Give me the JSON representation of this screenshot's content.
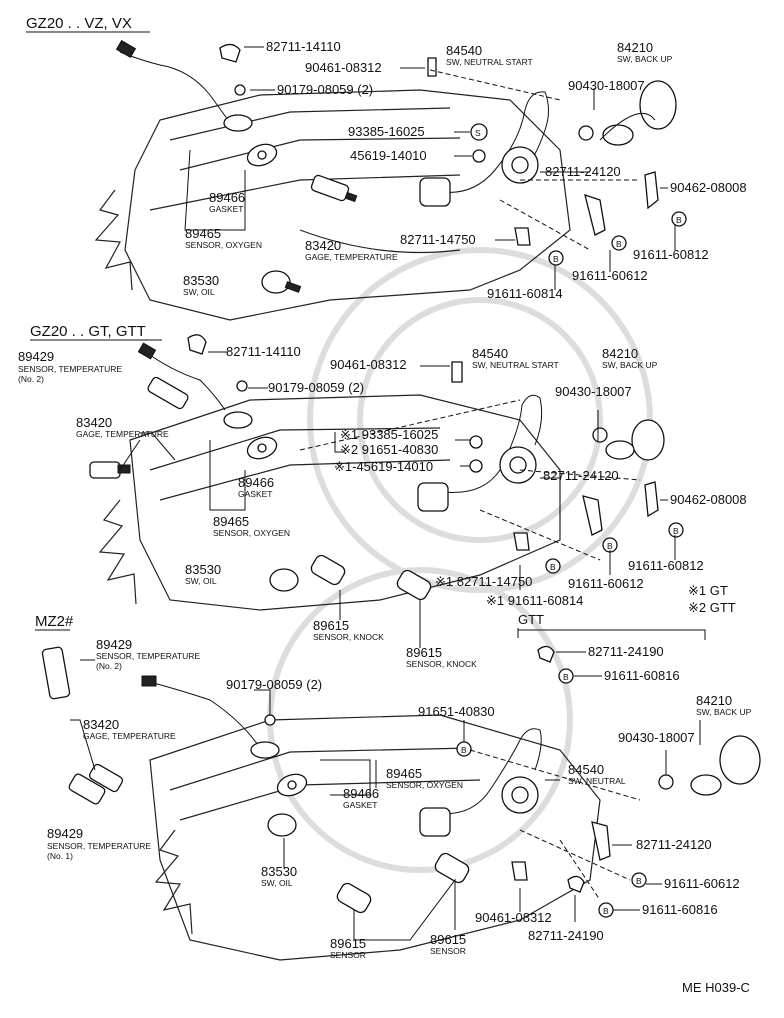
{
  "sections": {
    "s1": "GZ20 . . VZ, VX",
    "s2": "GZ20 . . GT, GTT",
    "s3": "MZ2#",
    "gtt": "GTT"
  },
  "notes": {
    "n1": "※1 GT",
    "n2": "※2 GTT"
  },
  "footer": "ME H039-C",
  "icon_circle_s": "S",
  "icon_circle_b": "B",
  "labels": {
    "a1": "82711-14110",
    "a2": "90461-08312",
    "a3": "84540",
    "a3c": "SW, NEUTRAL START",
    "a4": "84210",
    "a4c": "SW, BACK UP",
    "a5": "90179-08059 (2)",
    "a6": "90430-18007",
    "a7": "93385-16025",
    "a8": "45619-14010",
    "a9": "82711-24120",
    "a10": "89466",
    "a10c": "GASKET",
    "a11": "90462-08008",
    "a12": "89465",
    "a12c": "SENSOR, OXYGEN",
    "a13": "83420",
    "a13c": "GAGE, TEMPERATURE",
    "a14": "82711-14750",
    "a15": "91611-60812",
    "a16": "91611-60612",
    "a17": "83530",
    "a17c": "SW, OIL",
    "a18": "91611-60814",
    "b1": "82711-14110",
    "b2": "90461-08312",
    "b3": "84540",
    "b3c": "SW, NEUTRAL START",
    "b4": "84210",
    "b4c": "SW, BACK UP",
    "b5": "89429",
    "b5c": "SENSOR, TEMPERATURE",
    "b5d": "(No. 2)",
    "b6": "90179-08059 (2)",
    "b7": "90430-18007",
    "b8": "83420",
    "b8c": "GAGE, TEMPERATURE",
    "b9": "※1 93385-16025",
    "b10": "※2 91651-40830",
    "b11": "※1-45619-14010",
    "b12": "82711-24120",
    "b13": "89466",
    "b13c": "GASKET",
    "b14": "90462-08008",
    "b15": "89465",
    "b15c": "SENSOR, OXYGEN",
    "b16": "83530",
    "b16c": "SW, OIL",
    "b17": "91611-60812",
    "b18": "※1 82711-14750",
    "b19": "91611-60612",
    "b20": "※1 91611-60814",
    "b21": "89615",
    "b21c": "SENSOR, KNOCK",
    "b22": "89615",
    "b22c": "SENSOR, KNOCK",
    "c1": "89429",
    "c1c": "SENSOR, TEMPERATURE",
    "c1d": "(No. 2)",
    "c2": "82711-24190",
    "c3": "91611-60816",
    "c4": "83420",
    "c4c": "GAGE, TEMPERATURE",
    "c5": "90179-08059 (2)",
    "c6": "84210",
    "c6c": "SW, BACK UP",
    "c7": "91651-40830",
    "c8": "90430-18007",
    "c9": "89465",
    "c9c": "SENSOR, OXYGEN",
    "c10": "84540",
    "c10c": "SW, NEUTRAL",
    "c11": "89466",
    "c11c": "GASKET",
    "c12": "89429",
    "c12c": "SENSOR, TEMPERATURE",
    "c12d": "(No. 1)",
    "c13": "82711-24120",
    "c14": "83530",
    "c14c": "SW, OIL",
    "c15": "91611-60612",
    "c16": "90461-08312",
    "c17": "91611-60816",
    "c18": "82711-24190",
    "c19": "89615",
    "c19c": "SENSOR",
    "c20": "89615",
    "c20c": "SENSOR"
  }
}
